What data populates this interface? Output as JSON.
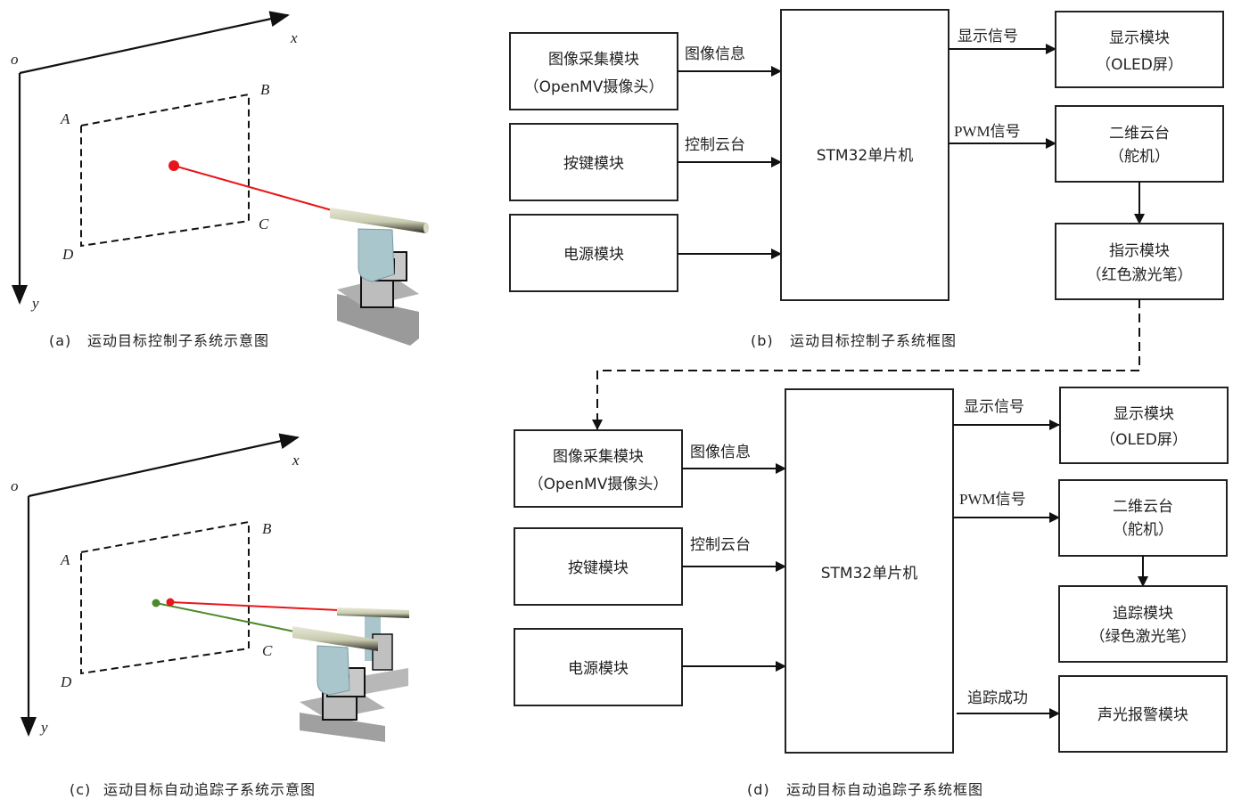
{
  "panel_a": {
    "caption_label": "(a)",
    "caption_text": "运动目标控制子系统示意图",
    "axis_origin": "o",
    "axis_x": "x",
    "axis_y": "y",
    "corners": {
      "A": "A",
      "B": "B",
      "C": "C",
      "D": "D"
    },
    "laser_color": "#e8161b"
  },
  "panel_b": {
    "caption_label": "(b)",
    "caption_text": "运动目标控制子系统框图",
    "inputs": [
      {
        "line1": "图像采集模块",
        "line2": "（OpenMV摄像头）",
        "arrow_label": "图像信息"
      },
      {
        "line1": "按键模块",
        "line2": "",
        "arrow_label": "控制云台"
      },
      {
        "line1": "电源模块",
        "line2": "",
        "arrow_label": ""
      }
    ],
    "mcu": "STM32单片机",
    "outputs": [
      {
        "line1": "显示模块",
        "line2": "（OLED屏）",
        "arrow_label": "显示信号"
      },
      {
        "line1": "二维云台",
        "line2": "（舵机）",
        "arrow_label": "PWM信号"
      },
      {
        "line1": "指示模块",
        "line2": "（红色激光笔）",
        "arrow_label": ""
      }
    ]
  },
  "panel_c": {
    "caption_label": "(c)",
    "caption_text": "运动目标自动追踪子系统示意图",
    "axis_origin": "o",
    "axis_x": "x",
    "axis_y": "y",
    "corners": {
      "A": "A",
      "B": "B",
      "C": "C",
      "D": "D"
    },
    "laser_red_color": "#e8161b",
    "laser_green_color": "#4c8a2c"
  },
  "panel_d": {
    "caption_label": "(d)",
    "caption_text": "运动目标自动追踪子系统框图",
    "inputs": [
      {
        "line1": "图像采集模块",
        "line2": "（OpenMV摄像头）",
        "arrow_label": "图像信息"
      },
      {
        "line1": "按键模块",
        "line2": "",
        "arrow_label": "控制云台"
      },
      {
        "line1": "电源模块",
        "line2": "",
        "arrow_label": ""
      }
    ],
    "mcu": "STM32单片机",
    "outputs": [
      {
        "line1": "显示模块",
        "line2": "（OLED屏）",
        "arrow_label": "显示信号"
      },
      {
        "line1": "二维云台",
        "line2": "（舵机）",
        "arrow_label": "PWM信号"
      },
      {
        "line1": "追踪模块",
        "line2": "（绿色激光笔）",
        "arrow_label": ""
      },
      {
        "line1": "声光报警模块",
        "line2": "",
        "arrow_label": "追踪成功"
      }
    ]
  }
}
